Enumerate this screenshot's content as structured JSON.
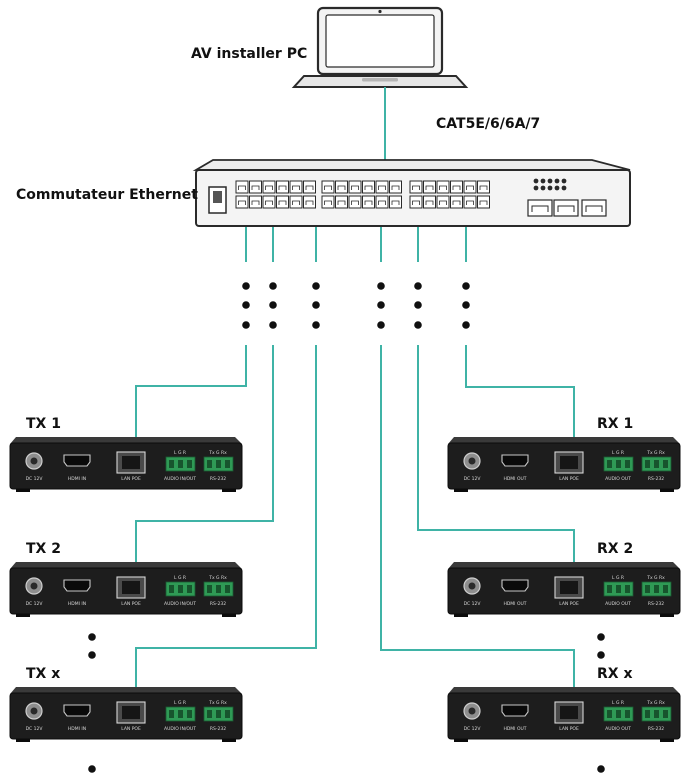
{
  "pc": {
    "label": "AV installer PC"
  },
  "cable": {
    "label": "CAT5E/6/6A/7",
    "color": "#3fb3a6"
  },
  "switch": {
    "label": "Commutateur Ethernet"
  },
  "transmitters": [
    {
      "label": "TX 1",
      "ports": {
        "power": "DC 12V",
        "hdmi": "HDMI IN",
        "lan": "LAN POE",
        "audio": "AUDIO IN/OUT",
        "rs": "RS-232"
      },
      "audio_pins": "L  G  R",
      "rs_pins": "Tx  G  Rx"
    },
    {
      "label": "TX 2",
      "ports": {
        "power": "DC 12V",
        "hdmi": "HDMI IN",
        "lan": "LAN POE",
        "audio": "AUDIO IN/OUT",
        "rs": "RS-232"
      },
      "audio_pins": "L  G  R",
      "rs_pins": "Tx  G  Rx"
    },
    {
      "label": "TX x",
      "ports": {
        "power": "DC 12V",
        "hdmi": "HDMI IN",
        "lan": "LAN POE",
        "audio": "AUDIO IN/OUT",
        "rs": "RS-232"
      },
      "audio_pins": "L  G  R",
      "rs_pins": "Tx  G  Rx"
    }
  ],
  "receivers": [
    {
      "label": "RX 1",
      "ports": {
        "power": "DC 12V",
        "hdmi": "HDMI OUT",
        "lan": "LAN POE",
        "audio": "AUDIO OUT",
        "rs": "RS-232"
      },
      "audio_pins": "L  G  R",
      "rs_pins": "Tx  G  Rx"
    },
    {
      "label": "RX 2",
      "ports": {
        "power": "DC 12V",
        "hdmi": "HDMI OUT",
        "lan": "LAN POE",
        "audio": "AUDIO OUT",
        "rs": "RS-232"
      },
      "audio_pins": "L  G  R",
      "rs_pins": "Tx  G  Rx"
    },
    {
      "label": "RX x",
      "ports": {
        "power": "DC 12V",
        "hdmi": "HDMI OUT",
        "lan": "LAN POE",
        "audio": "AUDIO OUT",
        "rs": "RS-232"
      },
      "audio_pins": "L  G  R",
      "rs_pins": "Tx  G  Rx"
    }
  ]
}
